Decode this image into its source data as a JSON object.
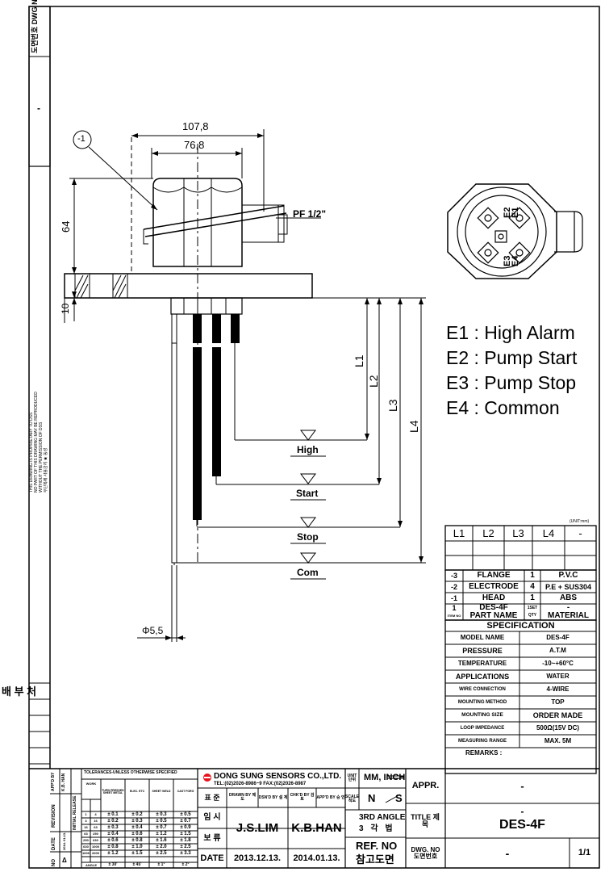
{
  "drawing": {
    "dim_overall_width": "107,8",
    "dim_inner_width": "76,8",
    "dim_head_height": "64",
    "dim_flange_thickness": "10",
    "dim_diameter": "Φ5,5",
    "thread_label": "PF 1/2\"",
    "balloon_label": "-1",
    "levels": [
      "High",
      "Start",
      "Stop",
      "Com"
    ],
    "lengths": [
      "L1",
      "L2",
      "L3",
      "L4"
    ],
    "electrode_labels": [
      "E1",
      "E2",
      "E3",
      "E4"
    ],
    "legend": [
      "E1 : High Alarm",
      "E2 : Pump Start",
      "E3 : Pump Stop",
      "E4 : Common"
    ]
  },
  "left_margin": {
    "top_box_label": "도면번호 DWG NO",
    "top_box_value": "-",
    "proprietary_note": [
      "THIS DRAWING IS PROPRIETARY TO DSS",
      "NO PART OF THIS DRAWING MAY BE REPRODUCED",
      "WITHOUT THE PERMISSION OF DSS",
      "무단복제 사용금지 ★ 동성"
    ],
    "distribution_label": "배 부 처"
  },
  "length_table": {
    "unit": "(UNIT:mm)",
    "headers": [
      "L1",
      "L2",
      "L3",
      "L4",
      "-"
    ]
  },
  "parts_table": {
    "rows": [
      {
        "no": "-3",
        "name": "FLANGE",
        "qty": "1",
        "material": "P.V.C"
      },
      {
        "no": "-2",
        "name": "ELECTRODE",
        "qty": "4",
        "material": "P.E + SUS304"
      },
      {
        "no": "-1",
        "name": "HEAD",
        "qty": "1",
        "material": "ABS"
      },
      {
        "no": "1",
        "name": "DES-4F",
        "qty": "1SET",
        "material": "-"
      }
    ],
    "header": {
      "no": "ITEM NO",
      "name": "PART NAME",
      "qty": "QTY",
      "material": "MATERIAL"
    }
  },
  "specification": {
    "title": "SPECIFICATION",
    "rows": [
      {
        "label": "MODEL NAME",
        "value": "DES-4F"
      },
      {
        "label": "PRESSURE",
        "value": "A.T.M"
      },
      {
        "label": "TEMPERATURE",
        "value": "-10~+60°C"
      },
      {
        "label": "APPLICATIONS",
        "value": "WATER"
      },
      {
        "label": "WIRE CONNECTION",
        "value": "4-WIRE"
      },
      {
        "label": "MOUNTING METHOD",
        "value": "TOP"
      },
      {
        "label": "MOUNTING SIZE",
        "value": "ORDER MADE"
      },
      {
        "label": "LOOP IMPEDANCE",
        "value": "500Ω(15V DC)"
      },
      {
        "label": "MEASURING RANGE",
        "value": "MAX. 5M"
      }
    ],
    "remarks": "REMARKS :"
  },
  "tolerance": {
    "title": "TOLERANCES-UNLESS OTHERWISE SPECIFIED",
    "side_labels": [
      "APP'D BY",
      "K.B. HAN",
      "REVISION",
      "INITIAL RELEASE",
      "DATE",
      "2014. 01.13.",
      "NO",
      "Δ"
    ],
    "col_headers": [
      "WORK",
      "TURN PRESSED SHEET METAL",
      "ELEC. ETC",
      "SHEET WELD",
      "CAST FORG"
    ],
    "rows": [
      [
        "1",
        "4",
        "± 0.1",
        "± 0.2",
        "± 0.3",
        "± 0.5"
      ],
      [
        "4",
        "16",
        "± 0.2",
        "± 0.3",
        "± 0.5",
        "± 0.7"
      ],
      [
        "16",
        "63",
        "± 0.3",
        "± 0.4",
        "± 0.7",
        "± 0.9"
      ],
      [
        "63",
        "250",
        "± 0.4",
        "± 0.6",
        "± 1.2",
        "± 1.5"
      ],
      [
        "250",
        "630",
        "± 0.6",
        "± 0.8",
        "± 1.6",
        "± 1.8"
      ],
      [
        "630",
        "1000",
        "± 0.8",
        "± 1.0",
        "± 2.0",
        "± 2.5"
      ],
      [
        "1000",
        "2000",
        "± 1.2",
        "± 1.5",
        "± 2.5",
        "± 3.3"
      ]
    ],
    "angle_row": [
      "ANGLE",
      "± 30'",
      "± 45'",
      "± 1°",
      "± 2°"
    ]
  },
  "title_block": {
    "company": "DONG SUNG SENSORS CO.,LTD.",
    "contact": "TEL:(02)2026-8986~9  FAX:(02)2026-8987",
    "standard_label": "표 준",
    "roles": [
      "DRAWN BY 제 도",
      "DSN'D BY 설 계",
      "CHK'D BY 검 토",
      "APP'D BY 승 인"
    ],
    "temp_label": "임 시",
    "keep_label": "보 류",
    "drawn_by": "J.S.LIM",
    "approved_by": "K.B.HAN",
    "date_label": "DATE",
    "date_drawn": "2013.12.13.",
    "date_approved": "2014.01.13.",
    "unit_label": "UNIT 단위",
    "unit_value": "MM, INCH",
    "scale_label": "SCALE 척도",
    "scale_value_n": "N",
    "scale_value_s": "S",
    "projection_en": "3RD ANGLE",
    "projection_kr": "3 각 법",
    "ref_no": "REF. NO",
    "ref_kr": "참고도면",
    "appr_label": "APPR.",
    "appr_value": "-",
    "title_label": "TITLE 제 목",
    "title_dash": "-",
    "title_value": "DES-4F",
    "dwg_no_label": "DWG. NO 도면번호",
    "dwg_no_value": "-",
    "sheet": "1/1"
  }
}
